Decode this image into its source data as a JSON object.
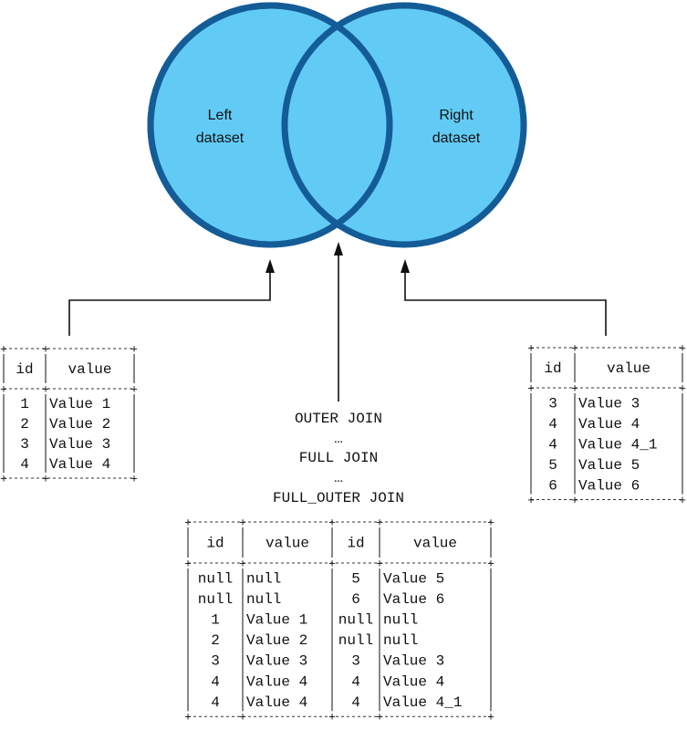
{
  "venn": {
    "left_line1": "Left",
    "left_line2": "dataset",
    "right_line1": "Right",
    "right_line2": "dataset",
    "fill_color": "#62CBF5",
    "stroke_color": "#145C97"
  },
  "join_labels": {
    "line1": "OUTER JOIN",
    "line2": "…",
    "line3": "FULL JOIN",
    "line4": "…",
    "line5": "FULL_OUTER JOIN"
  },
  "left_table": {
    "headers": [
      "id",
      "value"
    ],
    "rows": [
      [
        "1",
        "Value 1"
      ],
      [
        "2",
        "Value 2"
      ],
      [
        "3",
        "Value 3"
      ],
      [
        "4",
        "Value 4"
      ]
    ]
  },
  "right_table": {
    "headers": [
      "id",
      "value"
    ],
    "rows": [
      [
        "3",
        "Value 3"
      ],
      [
        "4",
        "Value 4"
      ],
      [
        "4",
        "Value 4_1"
      ],
      [
        "5",
        "Value 5"
      ],
      [
        "6",
        "Value 6"
      ]
    ]
  },
  "result_table": {
    "headers": [
      "id",
      "value",
      "id",
      "value"
    ],
    "rows": [
      [
        "null",
        "null",
        "5",
        "Value 5"
      ],
      [
        "null",
        "null",
        "6",
        "Value 6"
      ],
      [
        "1",
        "Value 1",
        "null",
        "null"
      ],
      [
        "2",
        "Value 2",
        "null",
        "null"
      ],
      [
        "3",
        "Value 3",
        "3",
        "Value 3"
      ],
      [
        "4",
        "Value 4",
        "4",
        "Value 4"
      ],
      [
        "4",
        "Value 4",
        "4",
        "Value 4_1"
      ]
    ]
  }
}
